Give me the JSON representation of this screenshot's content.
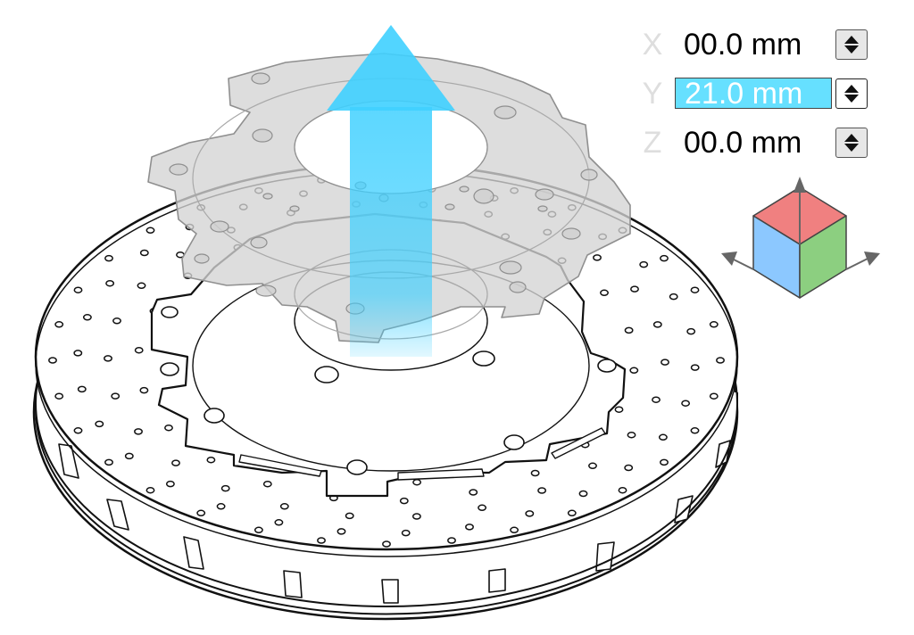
{
  "coordinates": {
    "x": {
      "axis": "X",
      "value": "00.0 mm",
      "active": false
    },
    "y": {
      "axis": "Y",
      "value": "21.0 mm",
      "active": true
    },
    "z": {
      "axis": "Z",
      "value": "00.0 mm",
      "active": false
    }
  },
  "icons": {
    "move_arrow": "up-arrow-icon",
    "view_cube": "view-cube-icon",
    "spinner": "spinner-arrows-icon"
  },
  "colors": {
    "arrow": "#3fd0ff",
    "selection_highlight": "#66e0ff",
    "cube_top": "#f08080",
    "cube_left": "#8cc8ff",
    "cube_right": "#8ccf80",
    "ghost_part": "#d3d3d3"
  }
}
